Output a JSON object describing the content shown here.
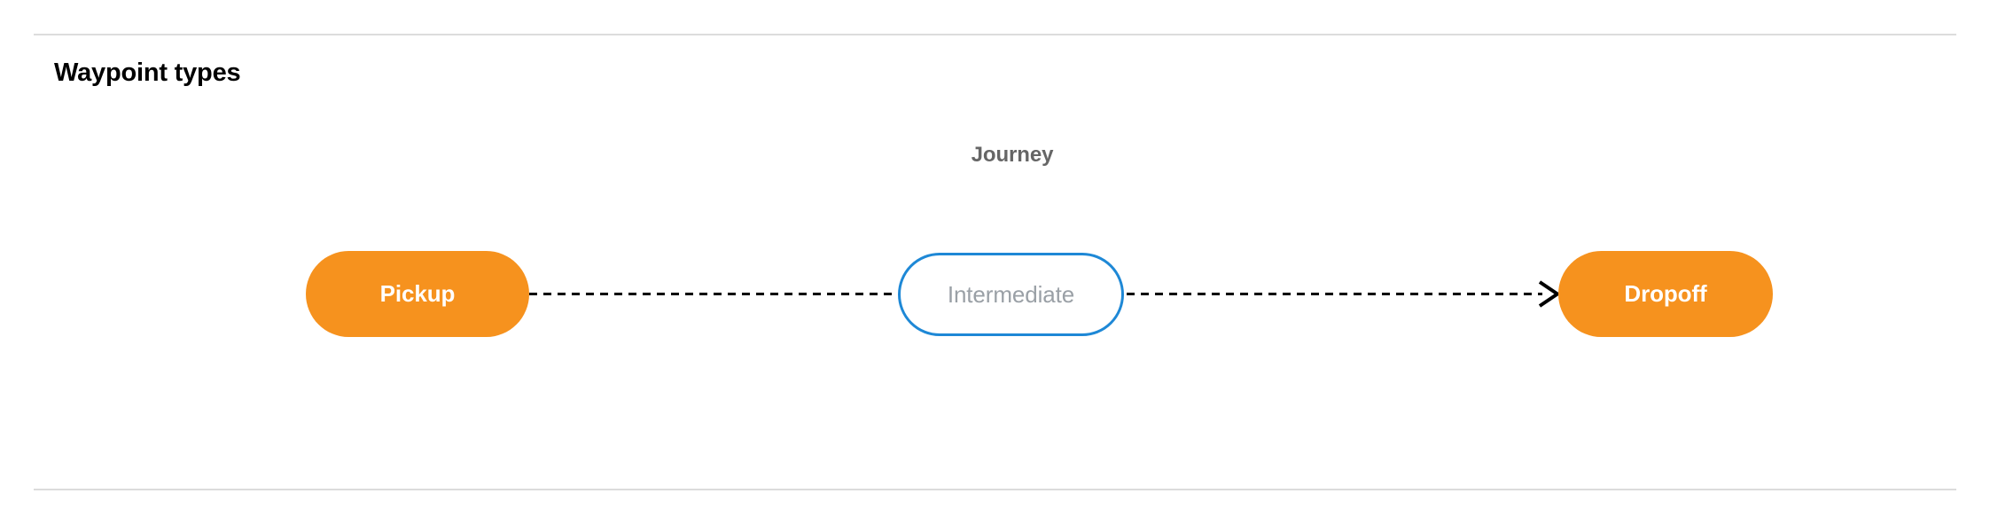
{
  "section": {
    "title": "Waypoint types"
  },
  "diagram": {
    "group_label": "Journey",
    "nodes": [
      {
        "id": "pickup",
        "label": "Pickup",
        "style": "filled",
        "fill": "#F6921E",
        "text_color": "#FFFFFF"
      },
      {
        "id": "intermediate",
        "label": "Intermediate",
        "style": "outlined",
        "fill": "#FFFFFF",
        "border_color": "#1E88D6",
        "text_color": "#9AA0A6"
      },
      {
        "id": "dropoff",
        "label": "Dropoff",
        "style": "filled",
        "fill": "#F6921E",
        "text_color": "#FFFFFF"
      }
    ],
    "edges": [
      {
        "from": "pickup",
        "to": "intermediate",
        "line_style": "dashed",
        "arrowhead": false,
        "color": "#000000"
      },
      {
        "from": "intermediate",
        "to": "dropoff",
        "line_style": "dashed",
        "arrowhead": true,
        "color": "#000000"
      }
    ]
  },
  "colors": {
    "divider": "#DCDCDC",
    "accent_orange": "#F6921E",
    "accent_blue": "#1E88D6",
    "muted_text": "#9AA0A6",
    "label_gray": "#666666"
  }
}
